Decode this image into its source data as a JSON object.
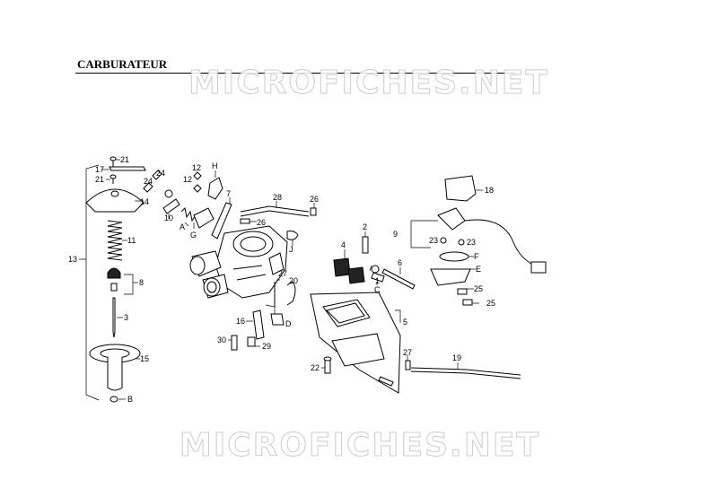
{
  "title": "CARBURATEUR",
  "watermarks": [
    "MICROFICHES.NET",
    "MICROFICHES.NET"
  ],
  "callouts": {
    "c21a": "21",
    "c17": "17",
    "c21b": "21",
    "c24a": "24",
    "c24b": "24",
    "c14": "14",
    "c12a": "12",
    "c12b": "12",
    "cH": "H",
    "c7": "7",
    "c10": "10",
    "cA": "A",
    "cG": "G",
    "c26a": "26",
    "c28": "28",
    "c26b": "26",
    "cJ": "J",
    "c13": "13",
    "c11": "11",
    "c8": "8",
    "c3": "3",
    "c15": "15",
    "cB": "B",
    "c27a": "27",
    "c20": "20",
    "c16": "16",
    "cD": "D",
    "c30": "30",
    "c29": "29",
    "c4": "4",
    "c2": "2",
    "c6": "6",
    "c1": "1",
    "cC": "C",
    "c5": "5",
    "c22": "22",
    "c27b": "27",
    "c19": "19",
    "c18": "18",
    "c9": "9",
    "c23a": "23",
    "c23b": "23",
    "cF": "F",
    "cE": "E",
    "c25a": "25",
    "c25b": "25"
  }
}
